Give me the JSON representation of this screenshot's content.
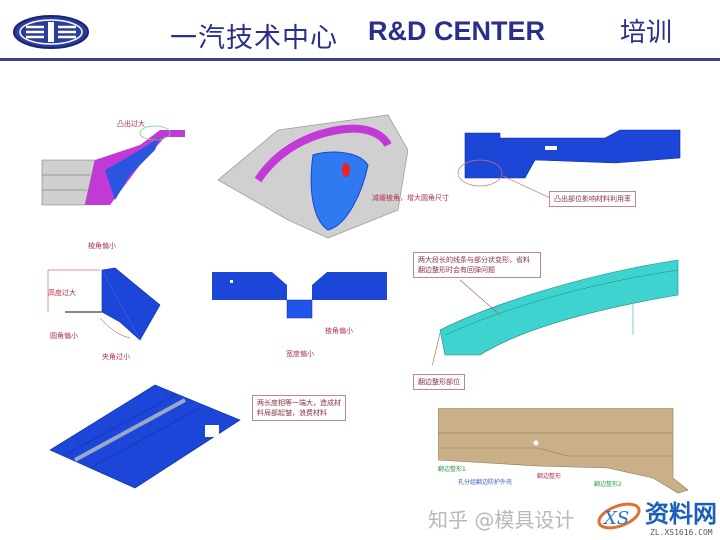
{
  "header": {
    "title_cn": "一汽技术中心",
    "title_en": "R&D CENTER",
    "right": "培训",
    "logo": "faw-logo",
    "rule_color": "#3d4196"
  },
  "labels": {
    "l1": "凸出过大",
    "l2": "减缓棱角，增大圆角尺寸",
    "l3": "凸出部位影响材料利用率",
    "l4": "棱角偏小",
    "l5": "高度过大",
    "l6": "圆角偏小",
    "l7": "夹角过小",
    "l8": "棱角偏小",
    "l9": "宽度偏小",
    "l10": "两大段长的线条与部分状变形，省料翻边整形时会有回弹问题",
    "l11": "翻边整形部位",
    "l12": "两长度相等一端大，造成材料局部起皱，浪费材料",
    "l13": "翻边整形1",
    "l14": "孔分组翻边防护外壳",
    "l15": "翻边整形",
    "l16": "翻边整形2"
  },
  "watermark": {
    "zhihu": "知乎 @模具设计",
    "site": "资料网",
    "url": "ZL.XS1616.COM"
  },
  "colors": {
    "part_blue": "#1c46d8",
    "magenta": "#c23ad6",
    "cyan": "#3fd3cf",
    "tan": "#c9b088"
  }
}
